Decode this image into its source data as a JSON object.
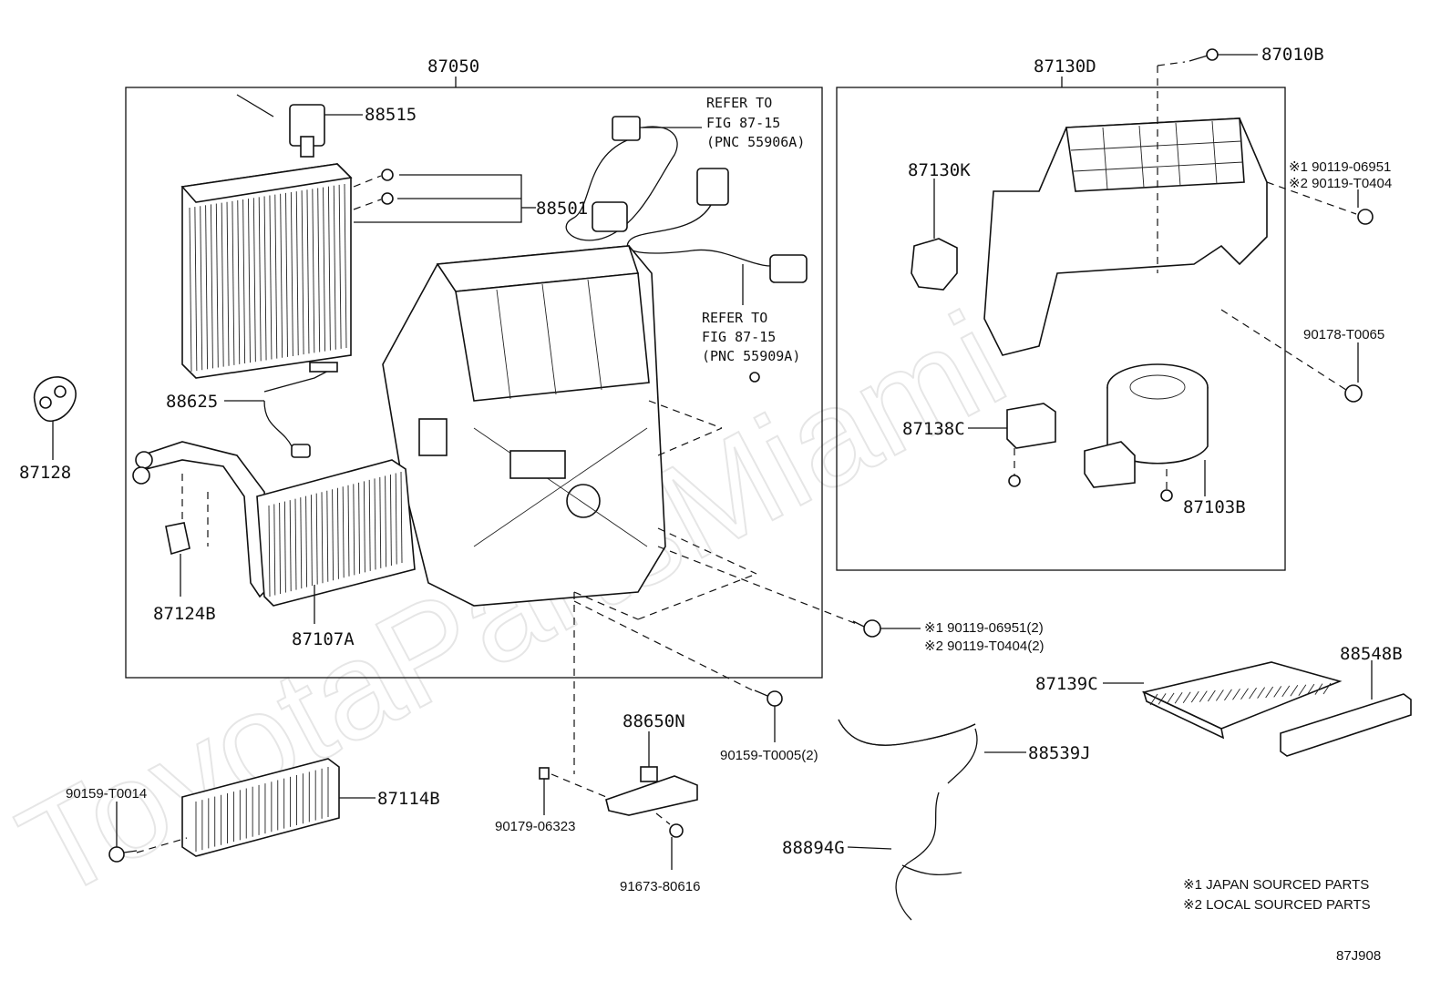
{
  "watermark": "ToyotaPartsMiami",
  "figure_code": "87J908",
  "frames": {
    "left_assembly": "87050",
    "right_assembly": "87130D"
  },
  "labels": {
    "p88515": "88515",
    "p88501": "88501",
    "p88625": "88625",
    "p87128": "87128",
    "p87124B": "87124B",
    "p87107A": "87107A",
    "p87010B": "87010B",
    "p87130K": "87130K",
    "p87138C": "87138C",
    "p87103B": "87103B",
    "p90178": "90178-T0065",
    "p87139C": "87139C",
    "p88548B": "88548B",
    "p88650N": "88650N",
    "p90159_T0005": "90159-T0005(2)",
    "p88539J": "88539J",
    "p88894G": "88894G",
    "p90159_T0014": "90159-T0014",
    "p87114B": "87114B",
    "p90179": "90179-06323",
    "p91673": "91673-80616"
  },
  "refer_notes": {
    "top": [
      "REFER TO",
      "FIG 87-15",
      "(PNC 55906A)"
    ],
    "middle": [
      "REFER TO",
      "FIG 87-15",
      "(PNC 55909A)"
    ]
  },
  "screw_notes": {
    "right_1": "※1 90119-06951",
    "right_2": "※2 90119-T0404",
    "center_1": "※1 90119-06951(2)",
    "center_2": "※2 90119-T0404(2)"
  },
  "legend": {
    "japan": "※1 JAPAN SOURCED PARTS",
    "local": "※2 LOCAL SOURCED PARTS"
  }
}
